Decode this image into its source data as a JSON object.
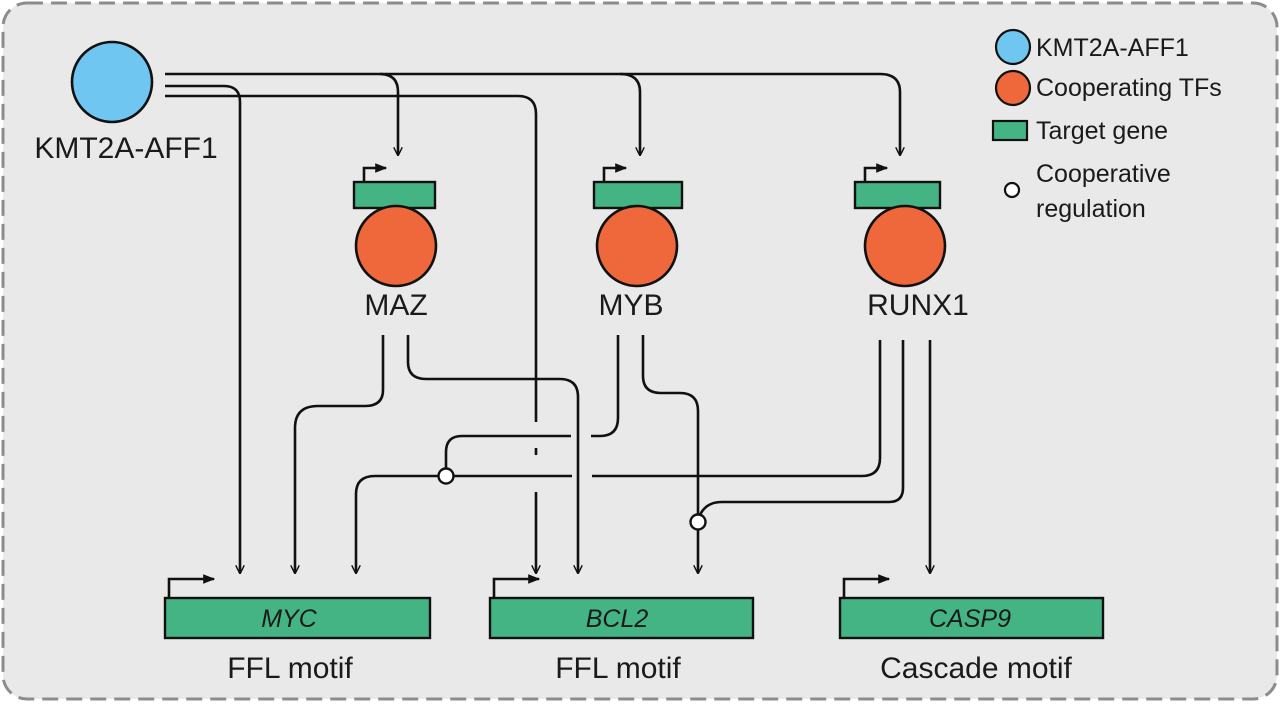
{
  "colors": {
    "panel_bg": "#e9e9e9",
    "panel_border": "#8c8c8c",
    "kmt2a": "#6ec6f1",
    "tf": "#ef683c",
    "gene": "#45b484",
    "line": "#111111"
  },
  "nodes": {
    "kmt2a": {
      "label": "KMT2A-AFF1"
    },
    "maz": {
      "label": "MAZ"
    },
    "myb": {
      "label": "MYB"
    },
    "runx1": {
      "label": "RUNX1"
    }
  },
  "genes": {
    "myc": {
      "label": "MYC"
    },
    "bcl2": {
      "label": "BCL2"
    },
    "casp9": {
      "label": "CASP9"
    }
  },
  "motifs": {
    "myc": "FFL motif",
    "bcl2": "FFL motif",
    "casp9": "Cascade motif"
  },
  "legend": {
    "kmt2a": "KMT2A-AFF1",
    "tfs": "Cooperating TFs",
    "gene": "Target gene",
    "coop_line1": "Cooperative",
    "coop_line2": "regulation"
  }
}
